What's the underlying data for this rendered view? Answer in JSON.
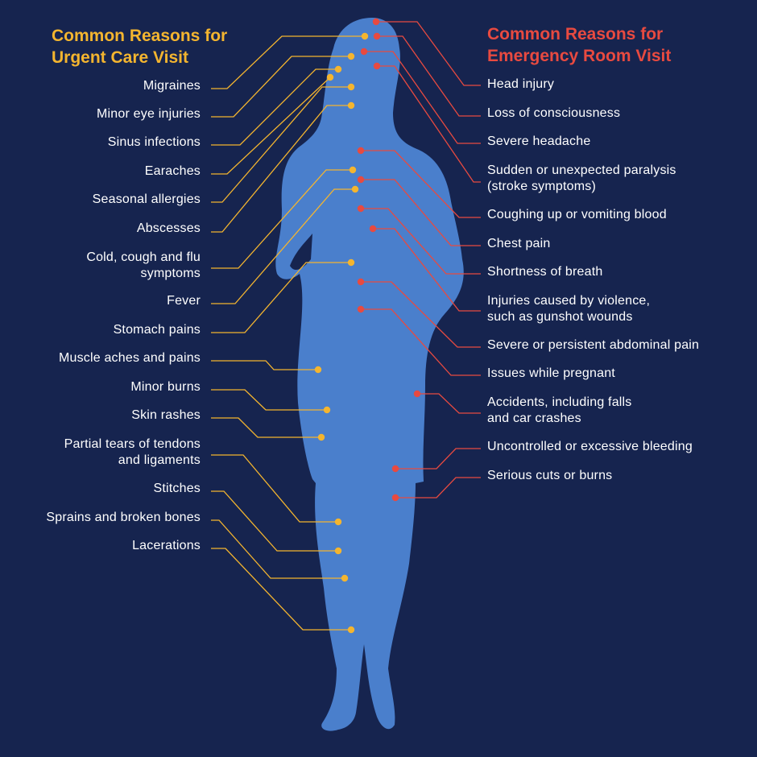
{
  "colors": {
    "background": "#16244f",
    "silhouette": "#4a7fcc",
    "urgent_care": "#f4b52f",
    "emergency_room": "#e84a40",
    "label_text": "#ffffff"
  },
  "urgent_care": {
    "title": "Common Reasons for\nUrgent Care Visit",
    "items": [
      "Migraines",
      "Minor eye injuries",
      "Sinus infections",
      "Earaches",
      "Seasonal allergies",
      "Abscesses",
      "Cold, cough and flu\nsymptoms",
      "Fever",
      "Stomach pains",
      "Muscle aches and pains",
      "Minor burns",
      "Skin rashes",
      "Partial tears of tendons\nand ligaments",
      "Stitches",
      "Sprains and broken bones",
      "Lacerations"
    ]
  },
  "emergency_room": {
    "title": "Common Reasons for\nEmergency Room Visit",
    "items": [
      "Head injury",
      "Loss of consciousness",
      "Severe headache",
      "Sudden or unexpected paralysis\n(stroke symptoms)",
      "Coughing up or vomiting blood",
      "Chest pain",
      "Shortness of breath",
      "Injuries caused by violence,\nsuch as gunshot wounds",
      "Severe or persistent abdominal pain",
      "Issues while pregnant",
      "Accidents, including falls\nand car crashes",
      "Uncontrolled or excessive bleeding",
      "Serious cuts or burns"
    ]
  }
}
